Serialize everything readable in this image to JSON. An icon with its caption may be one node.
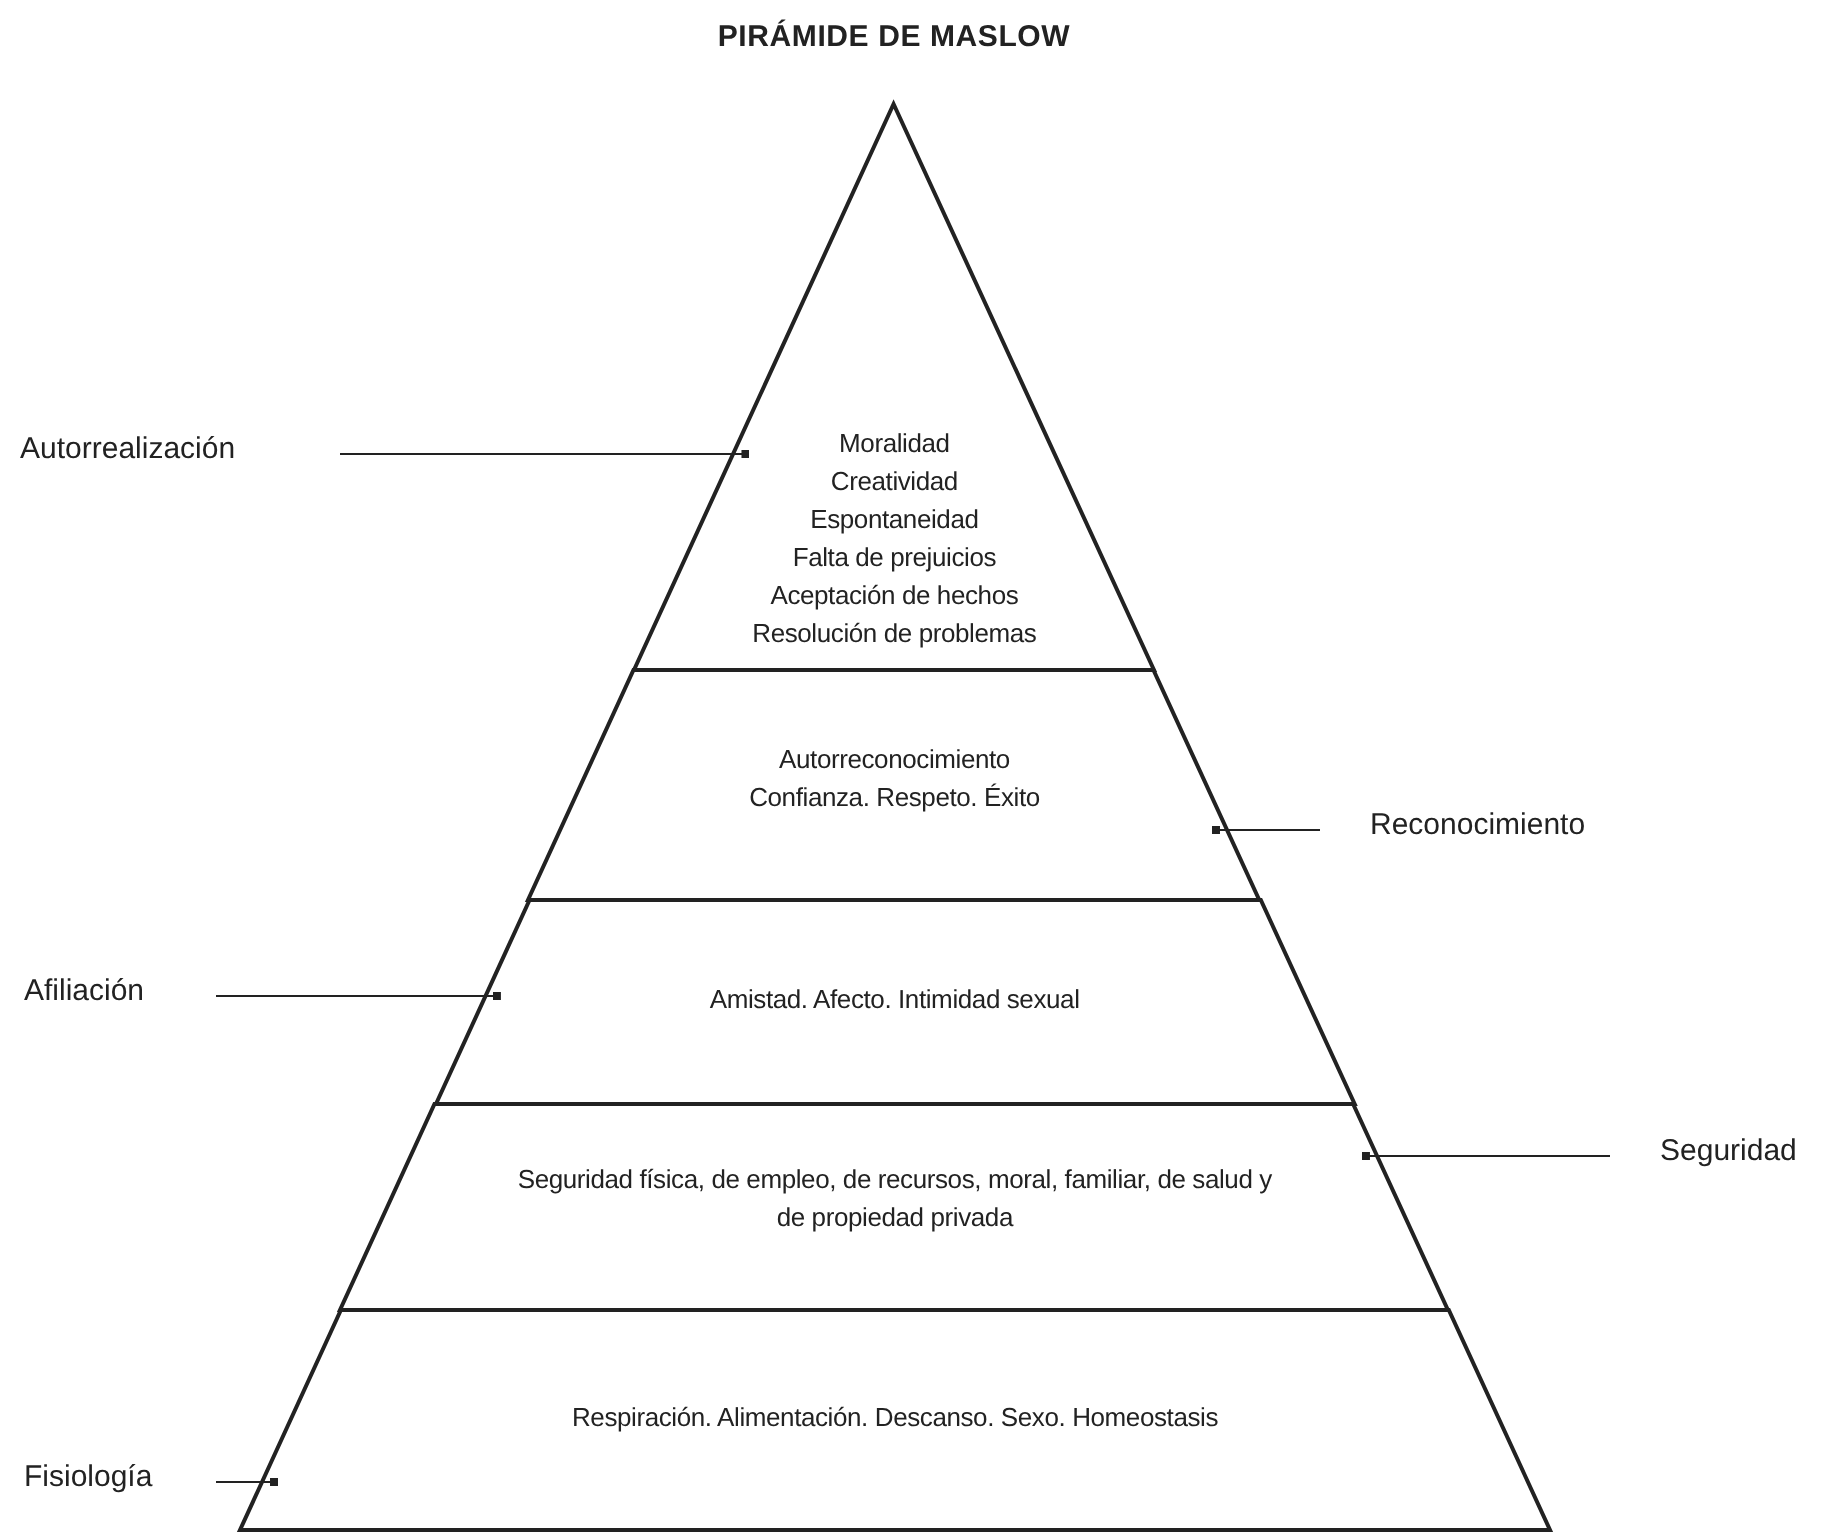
{
  "diagram": {
    "title": "PIRÁMIDE DE MASLOW",
    "nodes": [
      {
        "text": [
          "Moralidad",
          "Creatividad",
          "Espontaneidad",
          "Falta de prejuicios",
          "Aceptación de hechos",
          "Resolución de problemas"
        ]
      },
      {
        "text": [
          "Autorreconocimiento",
          "Confianza. Respeto. Éxito"
        ]
      },
      {
        "text": [
          "Amistad. Afecto. Intimidad sexual"
        ]
      },
      {
        "text": [
          "Seguridad física, de empleo, de recursos, moral, familiar, de salud y de propiedad privada"
        ]
      },
      {
        "text": [
          "Respiración. Alimentación. Descanso. Sexo. Homeostasis"
        ]
      },
      {
        "text": [
          "Autorrealización"
        ]
      },
      {
        "text": [
          "Reconocimiento"
        ]
      },
      {
        "text": [
          "Afiliación"
        ]
      },
      {
        "text": [
          "Seguridad"
        ]
      },
      {
        "text": [
          "Fisiología"
        ]
      }
    ],
    "edges": [
      {
        "from": 5,
        "to": 0,
        "arrow": "other"
      },
      {
        "from": 6,
        "to": 1,
        "arrow": "other"
      },
      {
        "from": 7,
        "to": 2,
        "arrow": "other"
      },
      {
        "from": 8,
        "to": 3,
        "arrow": "other"
      },
      {
        "from": 9,
        "to": 4,
        "arrow": "other"
      }
    ]
  }
}
